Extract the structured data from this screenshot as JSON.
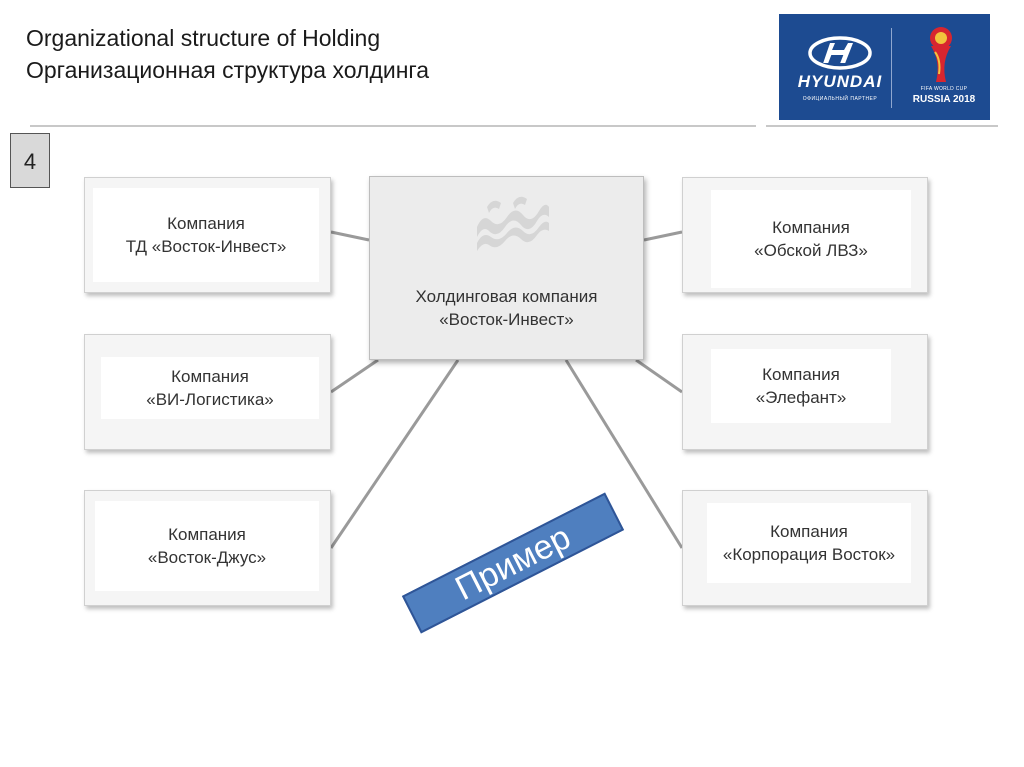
{
  "header": {
    "title_en": "Organizational structure of Holding",
    "title_ru": "Организационная структура холдинга"
  },
  "logo": {
    "brand": "HYUNDAI",
    "brand_sub": "ОФИЦИАЛЬНЫЙ ПАРТНЕР",
    "event_sub": "FIFA WORLD CUP",
    "event": "RUSSIA 2018",
    "background_color": "#1d4b91"
  },
  "slide_number": "4",
  "holding": {
    "line1": "Холдинговая компания",
    "line2": "«Восток-Инвест»"
  },
  "companies": [
    {
      "line1": "Компания",
      "line2": "ТД «Восток-Инвест»"
    },
    {
      "line1": "Компания",
      "line2": "«ВИ-Логистика»"
    },
    {
      "line1": "Компания",
      "line2": "«Восток-Джус»"
    },
    {
      "line1": "Компания",
      "line2": "«Обской ЛВЗ»"
    },
    {
      "line1": "Компания",
      "line2": "«Элефант»"
    },
    {
      "line1": "Компания",
      "line2": "«Корпорация Восток»"
    }
  ],
  "stamp": {
    "label": "Пример",
    "color": "#4f7fbf"
  }
}
